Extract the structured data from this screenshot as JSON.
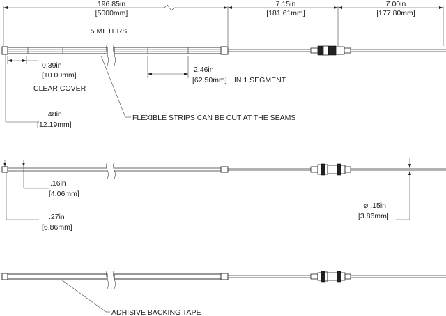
{
  "dimensions": {
    "total_length_in": "196.85in",
    "total_length_mm": "[5000mm]",
    "lead_a_in": "7.15in",
    "lead_a_mm": "[181.61mm]",
    "lead_b_in": "7.00in",
    "lead_b_mm": "[177.80mm]",
    "meters_label": "5 METERS",
    "cover_height_in": "0.39in",
    "cover_height_mm": "[10.00mm]",
    "cover_label": "CLEAR COVER",
    "segment_in": "2.46in",
    "segment_mm": "[62.50mm]",
    "segment_suffix": "IN 1 SEGMENT",
    "overall_height_in": ".48in",
    "overall_height_mm": "[12.19mm]",
    "cut_note": "FLEXIBLE STRIPS CAN BE CUT AT THE SEAMS",
    "strip_thickness_in": ".16in",
    "strip_thickness_mm": "[4.06mm]",
    "cable_dia_in": "⌀ .15in",
    "cable_dia_mm": "[3.86mm]",
    "profile_height_in": ".27in",
    "profile_height_mm": "[6.86mm]",
    "tape_label": "ADHISIVE BACKING TAPE"
  }
}
